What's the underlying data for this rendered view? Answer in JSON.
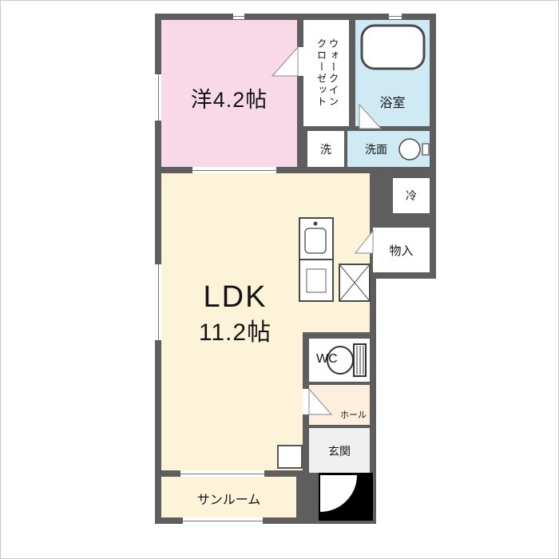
{
  "plan": {
    "title": "apartment-floor-plan",
    "rooms": {
      "western": {
        "label": "洋4.2帖"
      },
      "wic": {
        "lines": [
          "ウォークイン",
          "クローゼット"
        ]
      },
      "bath": {
        "label": "浴室"
      },
      "laundry": {
        "label": "洗"
      },
      "washroom": {
        "label": "洗面"
      },
      "fridge": {
        "label": "冷"
      },
      "storage": {
        "label": "物入"
      },
      "ldk": {
        "label": "LDK",
        "size": "11.2帖"
      },
      "wc": {
        "label": "WC"
      },
      "hall": {
        "label": "ホール"
      },
      "entrance": {
        "label": "玄関"
      },
      "sunroom": {
        "label": "サンルーム"
      }
    },
    "icons": {
      "bathtub": "bathtub-icon",
      "washbasin": "washbasin-icon",
      "kitchen_counter": "kitchen-counter-icon",
      "counter_x": "counter-x-icon",
      "toilet": "toilet-icon",
      "door_swing": "door-swing-icon",
      "entrance_door_arc": "entrance-door-arc-icon",
      "window": "window-icon"
    },
    "colors": {
      "wall": "#5e5e5e",
      "western_room": "#f9d9e7",
      "ldk": "#fcf3d8",
      "wet_area": "#cfe9f5",
      "hall": "#fdeedd",
      "entrance": "#f0f0f0",
      "porch": "#000000"
    }
  }
}
